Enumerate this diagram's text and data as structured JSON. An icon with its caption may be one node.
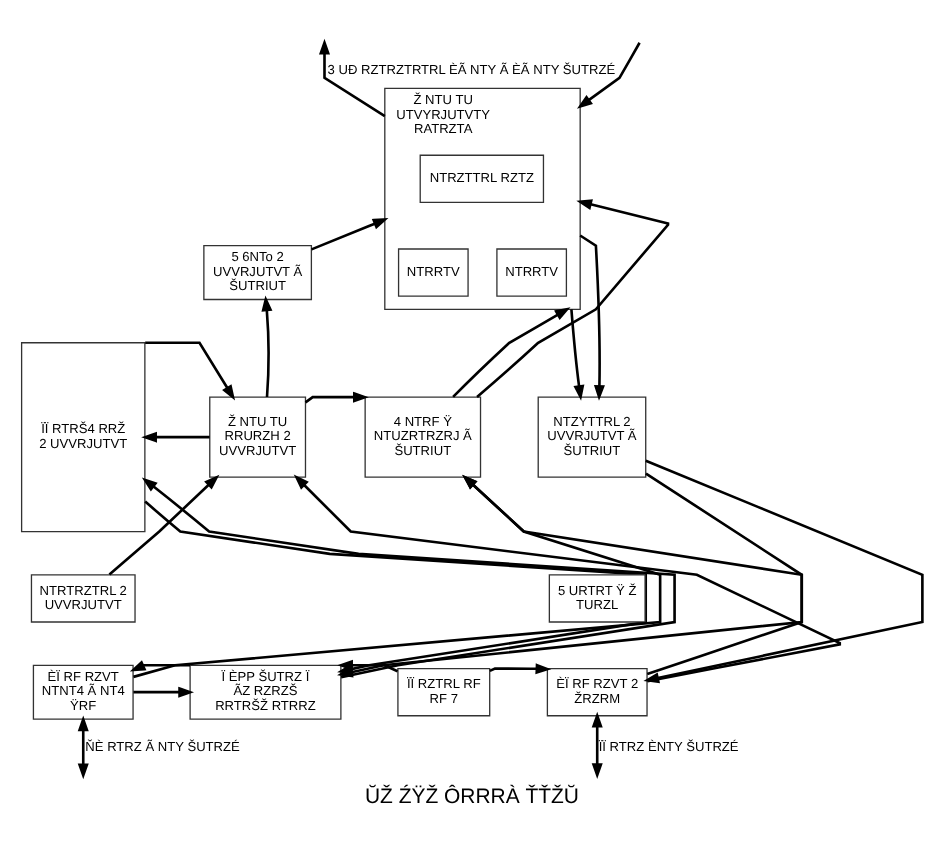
{
  "diagram": {
    "caption": "ŬŽ ŹŸŽ ÔRRRÀ ŤŤŽŬ",
    "nodes": [
      {
        "text": [
          "ÏÏ RTRŠ4 RRŽ 2 UVVRJUTVT"
        ]
      },
      {
        "text": [
          "5 6NTo 2 UVVRJUTVT Ã ŠUTRIUT"
        ]
      },
      {
        "text": [
          "Ž NTU TU UTVYRJUTVTY RATRZTA"
        ]
      },
      {
        "text": [
          "NTRZTTRL RZTZ"
        ],
        "in": 2
      },
      {
        "text": [
          "NTRRTV"
        ],
        "in": 2
      },
      {
        "text": [
          "NTRRTV"
        ],
        "in": 2
      },
      {
        "text": [
          "Ž NTU TU RRURZH 2 UVVRJUTVT"
        ]
      },
      {
        "text": [
          "4 NTRF Ÿ NTUZRTRZRJ Ã ŠUTRIUT"
        ]
      },
      {
        "text": [
          "NTZYTTRL 2 UVVRJUTVT Ã ŠUTRIUT"
        ]
      },
      {
        "text": [
          "NTRTRZTRL 2 UVVRJUTVT"
        ]
      },
      {
        "text": [
          "5 URTRT Ÿ Ž TURZL"
        ]
      },
      {
        "text": [
          "ÈÏ RF RZVT NTNT4 Ã NT4 ŸRF"
        ]
      },
      {
        "text": [
          "Ï ÈPP ŠUTRZ Ï ÃZ RZRZŠ RRTRŠŽ RTRRZ"
        ]
      },
      {
        "text": [
          "ÏÏ RZTRL RF RF 7"
        ]
      },
      {
        "text": [
          "ÈÏ RF RZVT 2 ŽRZRM"
        ]
      }
    ],
    "edges": [
      {
        "from": 2,
        "to": null,
        "arrow": "to",
        "label": "3 UÐ RZTRZTRTRL ÈÃ NTY Ã ÈÃ NTY ŠUTRZÉ"
      },
      {
        "from": null,
        "to": 2,
        "arrow": "to"
      },
      {
        "from": 1,
        "to": 2,
        "arrow": "to"
      },
      {
        "from": 6,
        "to": 1,
        "arrow": "to"
      },
      {
        "from": 6,
        "to": 0,
        "arrow": "to"
      },
      {
        "from": 0,
        "to": 6,
        "arrow": "to"
      },
      {
        "from": 6,
        "to": 7,
        "arrow": "to"
      },
      {
        "from": 7,
        "to": 2,
        "arrow": "to"
      },
      {
        "from": 7,
        "to": 2,
        "arrow": "to"
      },
      {
        "from": 2,
        "to": 8,
        "arrow": "to"
      },
      {
        "from": 2,
        "to": 8,
        "arrow": "to"
      },
      {
        "from": 9,
        "to": 6,
        "arrow": "to"
      },
      {
        "from": 14,
        "to": 6,
        "arrow": "to"
      },
      {
        "from": 11,
        "to": 7,
        "arrow": "to"
      },
      {
        "from": 14,
        "to": 7,
        "arrow": "to"
      },
      {
        "from": 8,
        "to": 12,
        "arrow": "to"
      },
      {
        "from": 8,
        "to": 14,
        "arrow": "to"
      },
      {
        "from": 12,
        "to": 0,
        "arrow": "to"
      },
      {
        "from": 0,
        "to": 12,
        "arrow": "to"
      },
      {
        "from": 11,
        "to": 12,
        "arrow": "to"
      },
      {
        "from": 12,
        "to": 11,
        "arrow": "to"
      },
      {
        "from": 13,
        "to": 12,
        "arrow": "to"
      },
      {
        "from": 13,
        "to": 14,
        "arrow": "to"
      },
      {
        "from": 11,
        "to": null,
        "arrow": "both",
        "label": "ŇÈ RTRZ Ã NTY ŠUTRZÉ"
      },
      {
        "from": 14,
        "to": null,
        "arrow": "both",
        "label": "ÏÏ RTRZ ÈNTY ŠUTRZÉ"
      }
    ]
  }
}
